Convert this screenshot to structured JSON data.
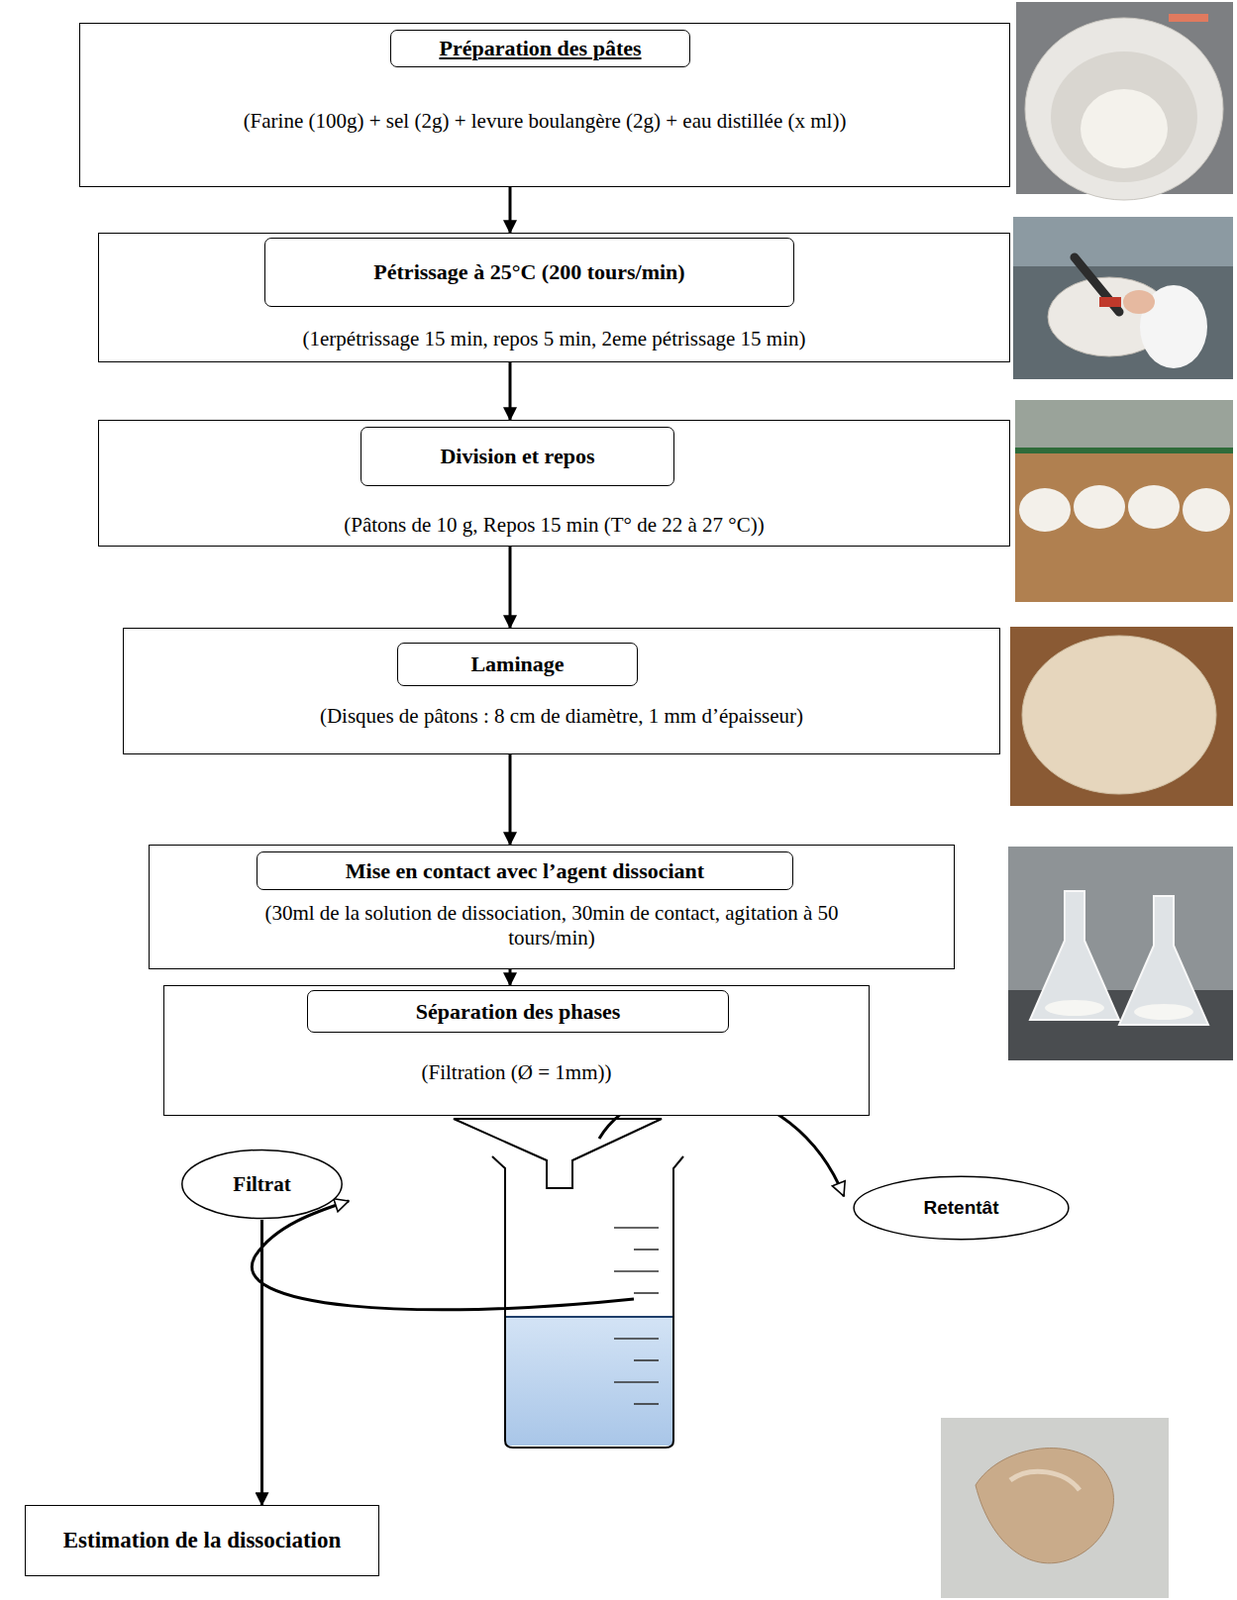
{
  "diagram": {
    "nodes": [
      {
        "text": [
          "(Farine (100g) + sel (2g) + levure boulangère (2g) + eau distillée (x ml))"
        ]
      },
      {
        "text": [
          "Préparation des pâtes"
        ],
        "in": 0
      },
      {
        "text": [
          "(1erpétrissage 15 min, repos 5 min, 2eme pétrissage 15 min)"
        ]
      },
      {
        "text": [
          "Pétrissage à 25°C (200 tours/min)"
        ],
        "in": 2
      },
      {
        "text": [
          "(Pâtons de 10 g, Repos 15 min (T° de 22 à 27 °C))"
        ]
      },
      {
        "text": [
          "Division et repos"
        ],
        "in": 4
      },
      {
        "text": [
          "(Disques de pâtons : 8 cm de diamètre, 1 mm d’épaisseur)"
        ]
      },
      {
        "text": [
          "Laminage"
        ],
        "in": 6
      },
      {
        "text": [
          "(30ml de la solution de dissociation, 30min de contact, agitation à 50 tours/min)"
        ]
      },
      {
        "text": [
          "Mise en contact avec l’agent dissociant"
        ],
        "in": 8
      },
      {
        "text": [
          "(Filtration (Ø = 1mm))"
        ]
      },
      {
        "text": [
          "Séparation des phases"
        ],
        "in": 10
      },
      {
        "text": [
          "Filtrat"
        ]
      },
      {
        "text": [
          "Retentât"
        ]
      },
      {
        "text": [
          "Estimation de la dissociation"
        ]
      }
    ],
    "edges": [
      {
        "from": 0,
        "to": 2,
        "arrow": "to"
      },
      {
        "from": 2,
        "to": 4,
        "arrow": "to"
      },
      {
        "from": 4,
        "to": 6,
        "arrow": "to"
      },
      {
        "from": 6,
        "to": 8,
        "arrow": "to"
      },
      {
        "from": 8,
        "to": 10,
        "arrow": "to"
      },
      {
        "from": 12,
        "to": 14,
        "arrow": "to"
      }
    ]
  }
}
